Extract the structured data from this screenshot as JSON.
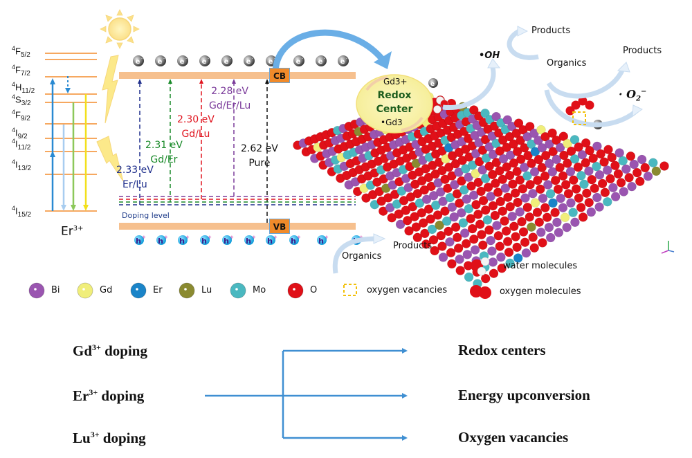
{
  "energy_levels": {
    "ion_label": "Er",
    "ion_charge": "3+",
    "levels": [
      {
        "term": "F",
        "mult": "4",
        "j": "5/2"
      },
      {
        "term": "F",
        "mult": "4",
        "j": "7/2"
      },
      {
        "term": "H",
        "mult": "4",
        "j": "11/2"
      },
      {
        "term": "S",
        "mult": "4",
        "j": "3/2"
      },
      {
        "term": "F",
        "mult": "4",
        "j": "9/2"
      },
      {
        "term": "I",
        "mult": "4",
        "j": "9/2"
      },
      {
        "term": "I",
        "mult": "4",
        "j": "11/2"
      },
      {
        "term": "I",
        "mult": "4",
        "j": "13/2"
      },
      {
        "term": "I",
        "mult": "4",
        "j": "15/2"
      }
    ]
  },
  "band_diagram": {
    "cb_label": "CB",
    "vb_label": "VB",
    "electron_symbol": "e",
    "electron_charge": "-",
    "hole_symbol": "h",
    "hole_charge": "+",
    "doping_level_label": "Doping level",
    "gaps": [
      {
        "energy": "2.33 eV",
        "sample": "Er/Lu",
        "color": "#1f2f8c"
      },
      {
        "energy": "2.31 eV",
        "sample": "Gd/Er",
        "color": "#1a8a2a"
      },
      {
        "energy": "2.30 eV",
        "sample": "Gd/Lu",
        "color": "#e0141e"
      },
      {
        "energy": "2.28 eV",
        "sample": "Gd/Er/Lu",
        "color": "#7a3a9a"
      },
      {
        "energy": "2.62 eV",
        "sample": "Pure",
        "color": "#111111"
      }
    ]
  },
  "redox_center": {
    "top": "Gd3+",
    "title_line1": "Redox",
    "title_line2": "Center",
    "bottom": "•Gd3"
  },
  "process_labels": {
    "oh_radical": "•OH",
    "products_1": "Products",
    "organics_1": "Organics",
    "products_2": "Products",
    "superoxide": "· O",
    "superoxide_sub": "2",
    "superoxide_sup": "−",
    "organics_2": "Organics",
    "products_3": "Products"
  },
  "legend": {
    "atoms": [
      {
        "label": "Bi",
        "color": "#9a55b0"
      },
      {
        "label": "Gd",
        "color": "#f0ee7a"
      },
      {
        "label": "Er",
        "color": "#1a84c8"
      },
      {
        "label": "Lu",
        "color": "#8a8a30"
      },
      {
        "label": "Mo",
        "color": "#4ab8c0"
      },
      {
        "label": "O",
        "color": "#e01018"
      }
    ],
    "vacancy_label": "oxygen vacancies",
    "water_label": "water molecules",
    "oxygen_label": "oxygen molecules"
  },
  "summary": {
    "sources": [
      {
        "ion": "Gd",
        "charge": "3+",
        "text": "doping"
      },
      {
        "ion": "Er",
        "charge": "3+",
        "text": "doping"
      },
      {
        "ion": "Lu",
        "charge": "3+",
        "text": "doping"
      }
    ],
    "effects": [
      "Redox centers",
      "Energy upconversion",
      "Oxygen vacancies"
    ],
    "arrow_color": "#3f8fd2"
  }
}
